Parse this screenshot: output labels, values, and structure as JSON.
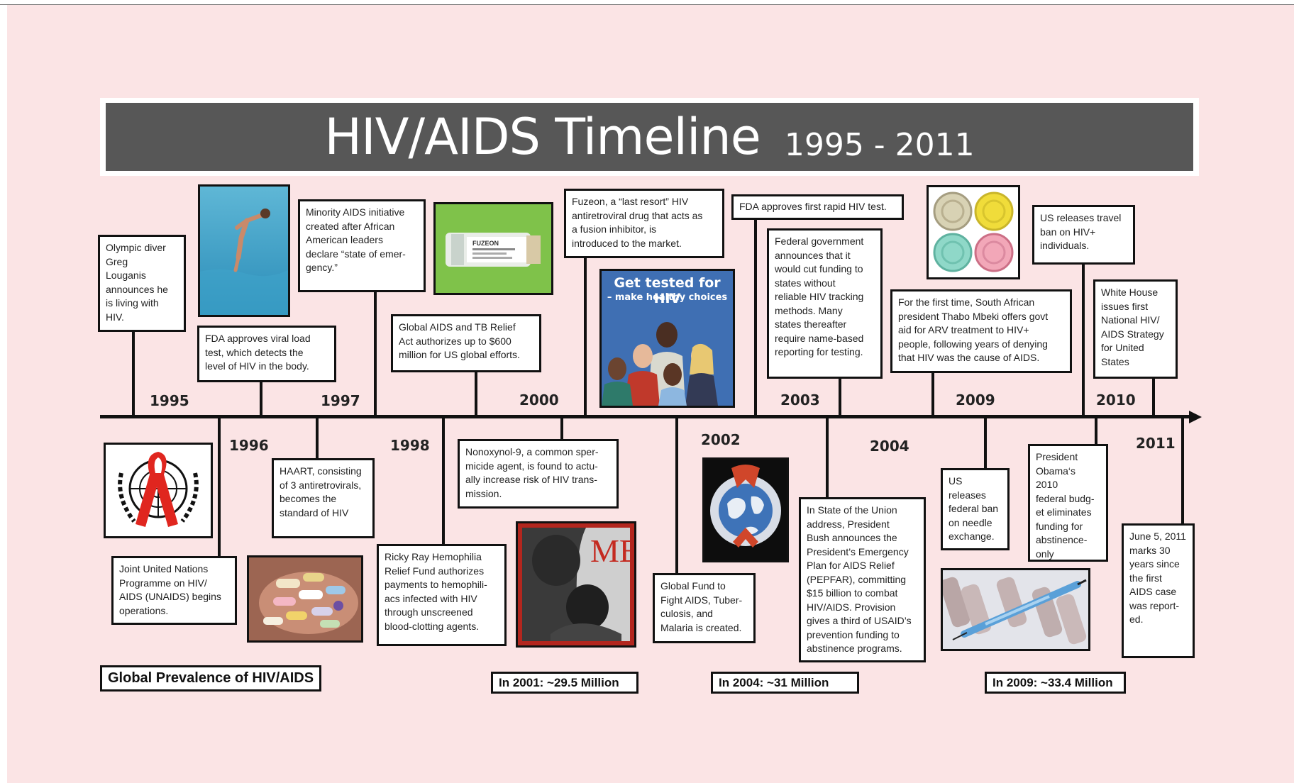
{
  "title": "HIV/AIDS Timeline",
  "title_years": "1995 - 2011",
  "years": {
    "y1995": "1995",
    "y1996": "1996",
    "y1997": "1997",
    "y1998": "1998",
    "y2000": "2000",
    "y2002": "2002",
    "y2003": "2003",
    "y2004": "2004",
    "y2009": "2009",
    "y2010": "2010",
    "y2011": "2011"
  },
  "events": {
    "louganis": [
      "Olympic diver",
      "Greg",
      "Louganis",
      "announces he",
      "is living with",
      "HIV."
    ],
    "viral_load": [
      "FDA approves viral load",
      "test, which detects the",
      "level of HIV in the body."
    ],
    "minority": [
      "Minority AIDS initiative",
      "created after African",
      "American leaders",
      "declare “state of emer-",
      "gency.”"
    ],
    "global_aids_tb": [
      "Global AIDS and TB Relief",
      "Act authorizes up to $600",
      "million for US global efforts."
    ],
    "fuzeon": [
      "Fuzeon, a “last resort” HIV",
      "antiretroviral drug that acts as",
      "a fusion inhibitor, is",
      "introduced to the market."
    ],
    "rapid_test": [
      "FDA approves first rapid HIV test."
    ],
    "federal_funding": [
      "Federal government",
      "announces that it",
      "would cut funding to",
      "states without",
      "reliable HIV tracking",
      "methods. Many",
      "states thereafter",
      "require name-based",
      "reporting for testing."
    ],
    "mbeki": [
      "For the first time, South African",
      "president Thabo Mbeki offers govt",
      "aid for ARV treatment to HIV+",
      "people, following years of denying",
      "that HIV was the cause of AIDS."
    ],
    "travel_ban": [
      "US releases travel",
      "ban on HIV+",
      "individuals."
    ],
    "white_house": [
      "White House",
      "issues first",
      "National HIV/",
      "AIDS Strategy",
      "for United",
      "States"
    ],
    "unaids": [
      "Joint United Nations",
      "Programme on HIV/",
      "AIDS (UNAIDS) begins",
      "operations."
    ],
    "haart": [
      "HAART, consisting",
      "of 3 antiretrovirals,",
      "becomes the",
      "standard of HIV"
    ],
    "ricky_ray": [
      "Ricky Ray  Hemophilia",
      "Relief Fund authorizes",
      "payments to hemophili-",
      "acs infected with HIV",
      "through unscreened",
      "blood-clotting agents."
    ],
    "nonoxynol": [
      "Nonoxynol-9, a common sper-",
      "micide agent, is found to actu-",
      "ally increase risk of HIV trans-",
      "mission."
    ],
    "global_fund": [
      "Global Fund to",
      "Fight AIDS, Tuber-",
      "culosis, and",
      "Malaria is created."
    ],
    "pepfar": [
      "In State of the Union",
      "address, President",
      "Bush announces the",
      "President’s Emergency",
      "Plan for AIDS Relief",
      "(PEPFAR), committing",
      "$15 billion to combat",
      "HIV/AIDS. Provision",
      "gives a third of USAID’s",
      "prevention funding to",
      "abstinence programs."
    ],
    "needle": [
      "US releases",
      "federal ban",
      "on needle",
      "exchange."
    ],
    "obama_budget": [
      "President",
      "Obama‘s 2010",
      "federal budg-",
      "et eliminates",
      "funding for",
      "abstinence-",
      "only"
    ],
    "thirty_years": [
      "June 5, 2011",
      "marks  30",
      "years since",
      "the first",
      "AIDS case",
      "was report-",
      "ed."
    ]
  },
  "poster": {
    "headline": "Get tested for HIV",
    "tagline": "– make healthy choices"
  },
  "vial_label": "FUZEON",
  "magazine_letters": "ME",
  "prevalence": {
    "label": "Global Prevalence of HIV/AIDS",
    "p2001": "In 2001:  ~29.5 Million",
    "p2004": "In 2004:  ~31 Million",
    "p2009": "In 2009:  ~33.4 Million"
  },
  "colors": {
    "background": "#fbe4e5",
    "banner": "#575757",
    "ribbon": "#e0261f"
  }
}
